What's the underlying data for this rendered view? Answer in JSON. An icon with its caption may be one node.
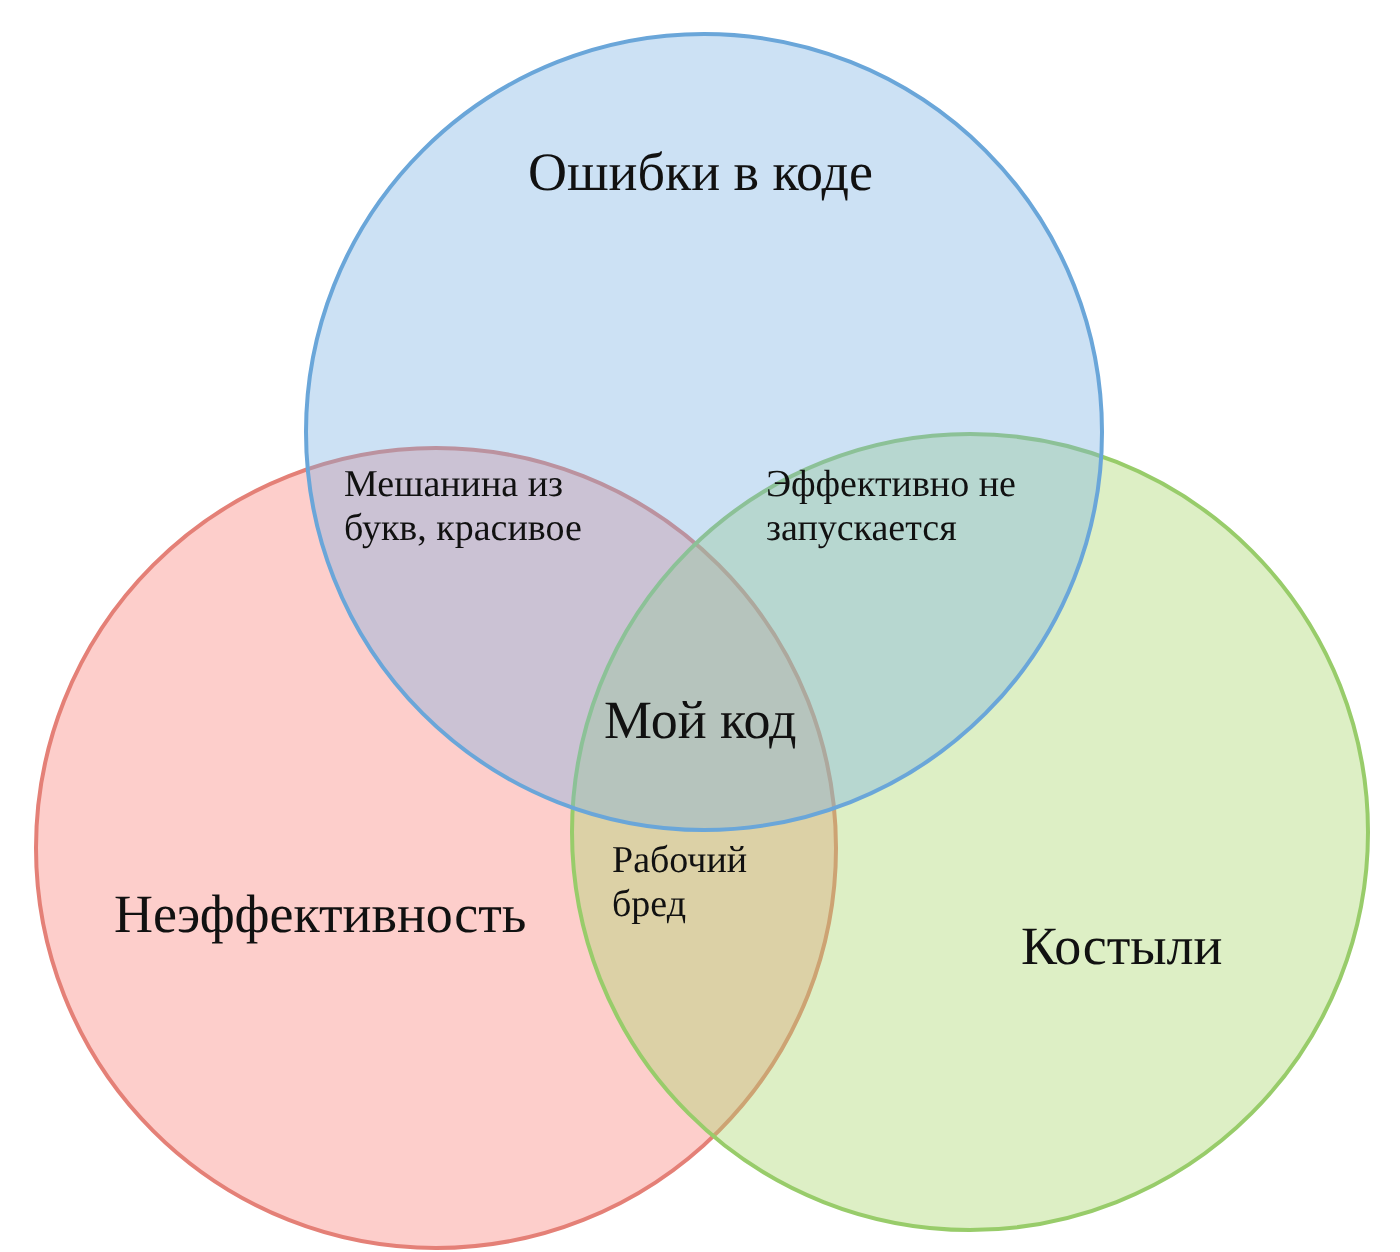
{
  "diagram": {
    "nodes": [
      {
        "text": [
          "Ошибки в коде"
        ]
      },
      {
        "text": [
          "Неэффективность"
        ]
      },
      {
        "text": [
          "Костыли"
        ]
      }
    ],
    "edges": [],
    "labels": [
      "Мешанина из букв, красивое",
      "Эффективно не запускается",
      "Мой код",
      "Рабочий бред"
    ]
  }
}
